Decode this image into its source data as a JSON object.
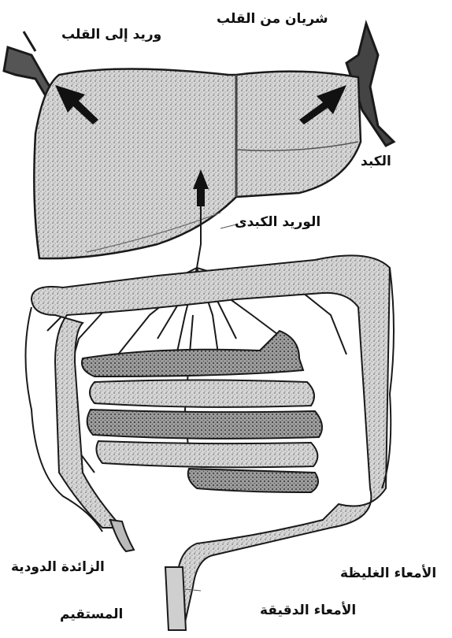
{
  "labels": {
    "vein_to_heart": "وريد إلى القلب",
    "artery_from_heart": "شريان من القلب",
    "liver": "الكبد",
    "hepatic_vein": "الوريد الكبدى",
    "appendix": "الزائدة الدودية",
    "large_intestine": "الأمعاء الغليظة",
    "rectum": "المستقيم",
    "small_intestine": "الأمعاء الدقيقة"
  },
  "colors": {
    "ink": "#1a1a1a",
    "shade": "#8a8a8a",
    "paper": "#ffffff"
  }
}
